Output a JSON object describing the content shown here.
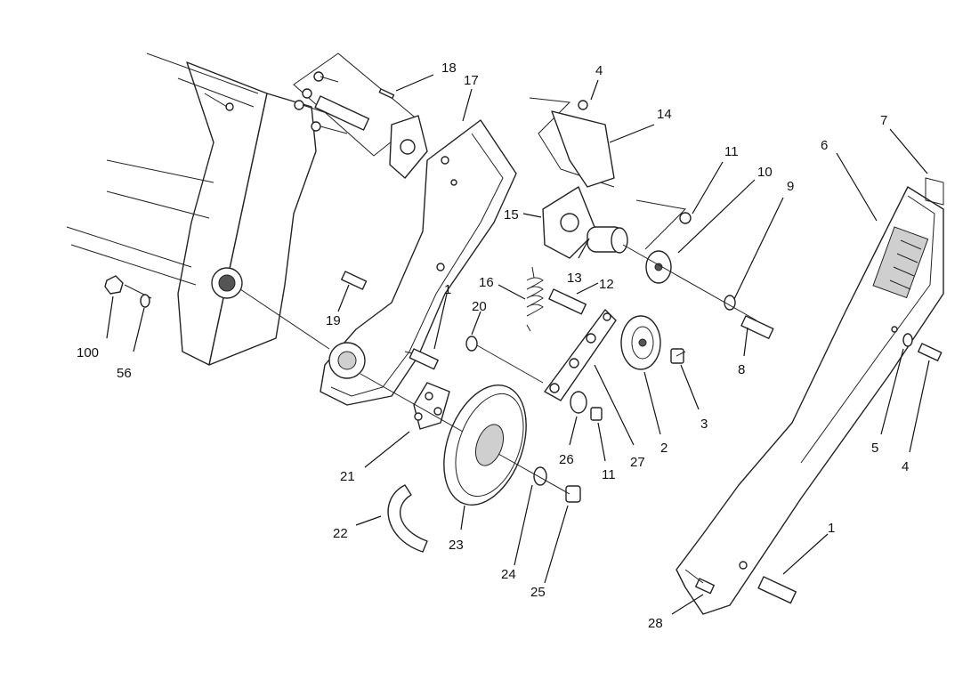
{
  "callouts": [
    {
      "id": "c1a",
      "label": "1"
    },
    {
      "id": "c1b",
      "label": "1"
    },
    {
      "id": "c2",
      "label": "2"
    },
    {
      "id": "c3",
      "label": "3"
    },
    {
      "id": "c4a",
      "label": "4"
    },
    {
      "id": "c4b",
      "label": "4"
    },
    {
      "id": "c5",
      "label": "5"
    },
    {
      "id": "c6",
      "label": "6"
    },
    {
      "id": "c7",
      "label": "7"
    },
    {
      "id": "c8",
      "label": "8"
    },
    {
      "id": "c9",
      "label": "9"
    },
    {
      "id": "c10",
      "label": "10"
    },
    {
      "id": "c11a",
      "label": "11"
    },
    {
      "id": "c11b",
      "label": "11"
    },
    {
      "id": "c12",
      "label": "12"
    },
    {
      "id": "c13",
      "label": "13"
    },
    {
      "id": "c14",
      "label": "14"
    },
    {
      "id": "c15",
      "label": "15"
    },
    {
      "id": "c16",
      "label": "16"
    },
    {
      "id": "c17",
      "label": "17"
    },
    {
      "id": "c18",
      "label": "18"
    },
    {
      "id": "c19",
      "label": "19"
    },
    {
      "id": "c20",
      "label": "20"
    },
    {
      "id": "c21",
      "label": "21"
    },
    {
      "id": "c22",
      "label": "22"
    },
    {
      "id": "c23",
      "label": "23"
    },
    {
      "id": "c24",
      "label": "24"
    },
    {
      "id": "c25",
      "label": "25"
    },
    {
      "id": "c26",
      "label": "26"
    },
    {
      "id": "c27",
      "label": "27"
    },
    {
      "id": "c28",
      "label": "28"
    },
    {
      "id": "c56",
      "label": "56"
    },
    {
      "id": "c100",
      "label": "100"
    }
  ]
}
